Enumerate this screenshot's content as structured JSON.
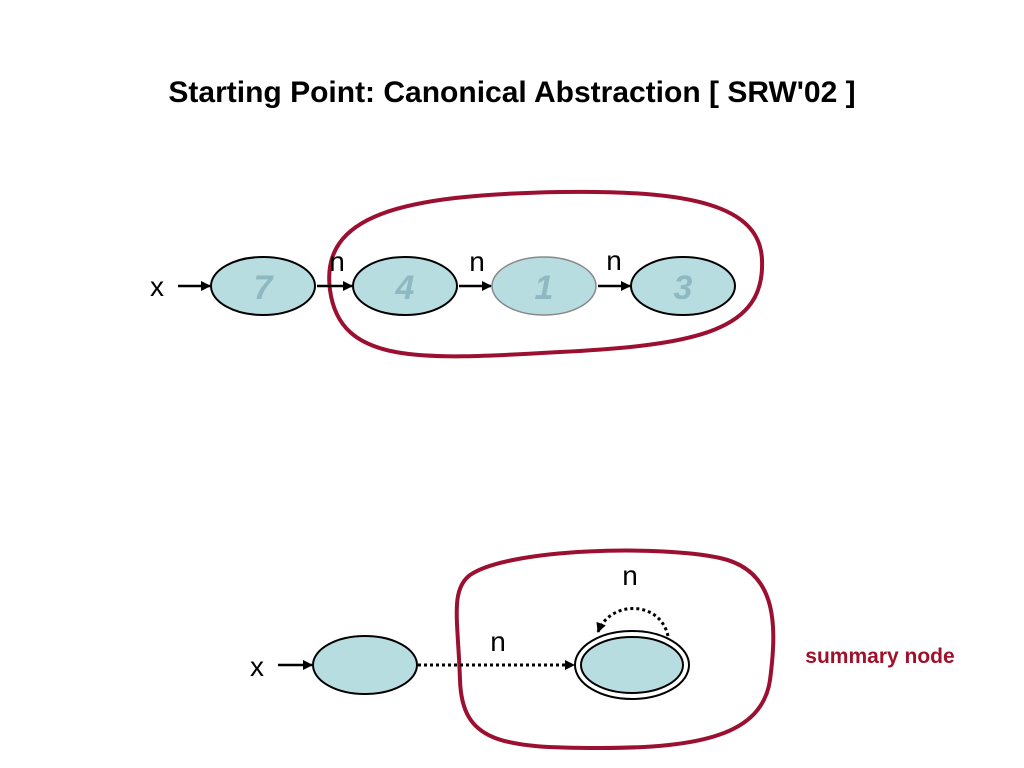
{
  "title": "Starting Point: Canonical Abstraction [ SRW'02 ]",
  "colors": {
    "node_fill": "#b8dde0",
    "node_value": "#8fb9c2",
    "region": "#9b1030",
    "summary_label": "#a0102a"
  },
  "concrete": {
    "var": "x",
    "nodes": [
      "7",
      "4",
      "1",
      "3"
    ],
    "edge_labels": [
      "n",
      "n",
      "n"
    ]
  },
  "abstract": {
    "var": "x",
    "edge_label": "n",
    "self_loop_label": "n",
    "summary_label": "summary node"
  }
}
